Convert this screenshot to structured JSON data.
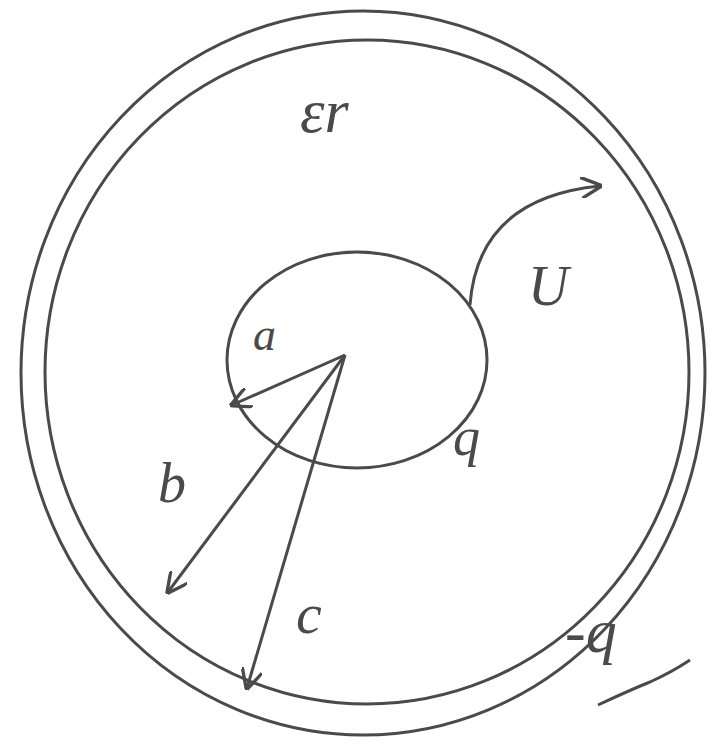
{
  "diagram": {
    "nodes": [
      {
        "text": [
          "εr"
        ]
      },
      {
        "text": [
          "a",
          "q"
        ],
        "in": 0
      }
    ],
    "labels": [
      "b",
      "c",
      "U",
      "-q"
    ]
  }
}
